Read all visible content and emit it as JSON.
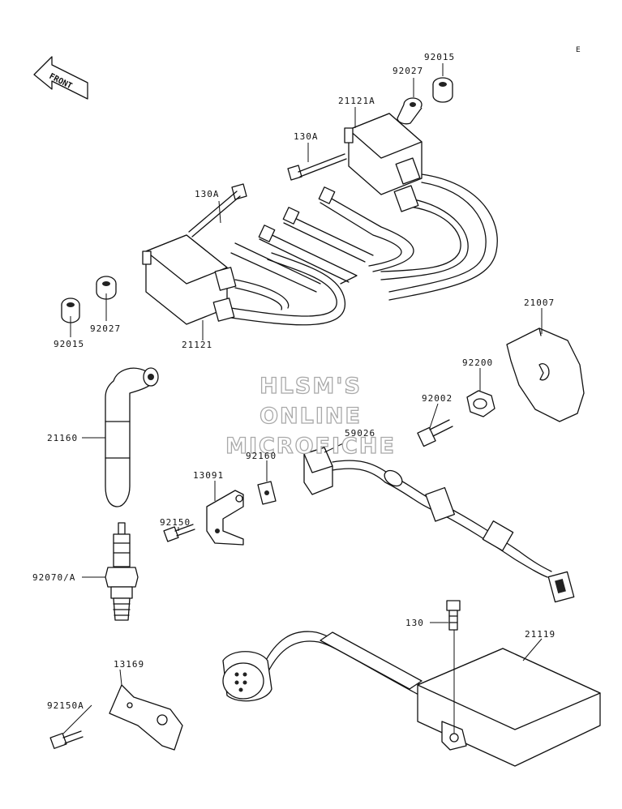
{
  "page_marker": "E",
  "front_arrow": {
    "label": "FRONT"
  },
  "watermark": {
    "lines": [
      "HLSM'S",
      "ONLINE",
      "MICROFICHE"
    ]
  },
  "parts": {
    "p92015_top": "92015",
    "p92027_top": "92027",
    "p21121A": "21121A",
    "p130A_top": "130A",
    "p130A_left": "130A",
    "p92027_left": "92027",
    "p92015_left": "92015",
    "p21121": "21121",
    "p21007": "21007",
    "p92200": "92200",
    "p92002": "92002",
    "p21160": "21160",
    "p59026": "59026",
    "p92160": "92160",
    "p13091": "13091",
    "p92150": "92150",
    "p92070A": "92070/A",
    "p130": "130",
    "p21119": "21119",
    "p13169": "13169",
    "p92150A": "92150A"
  }
}
